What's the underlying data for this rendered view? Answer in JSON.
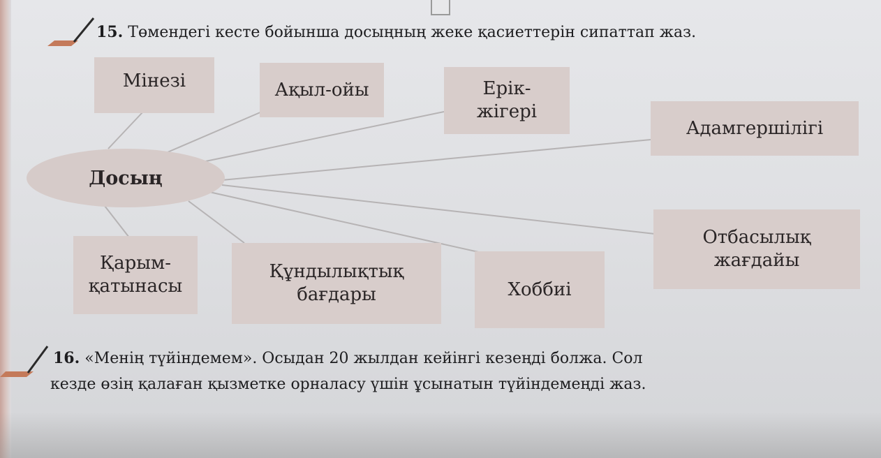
{
  "task15": {
    "number": "15.",
    "text": "Төмендегі кесте бойынша досыңның жеке қасиеттерін сипаттап жаз."
  },
  "diagram": {
    "center": "Досың",
    "nodes": {
      "minezi": "Мінезі",
      "akyl": "Ақыл-ойы",
      "erik_1": "Ерік-",
      "erik_2": "жігері",
      "adamger": "Адамгершілігі",
      "otbasy_1": "Отбасылық",
      "otbasy_2": "жағдайы",
      "hobbi": "Хоббиі",
      "kundylyk_1": "Құндылықтық",
      "kundylyk_2": "бағдары",
      "karym_1": "Қарым-",
      "karym_2": "қатынасы"
    }
  },
  "task16": {
    "number": "16.",
    "line1": "«Менің түйіндемем». Осыдан 20 жылдан кейінгі кезеңді болжа. Сол",
    "line2": "кезде өзің қалаған қызметке орналасу үшін ұсынатын  түйіндемеңді жаз."
  },
  "colors": {
    "box_fill": "#d8cdcb",
    "connector": "#b6b3b4",
    "text": "#1d1d1f"
  }
}
